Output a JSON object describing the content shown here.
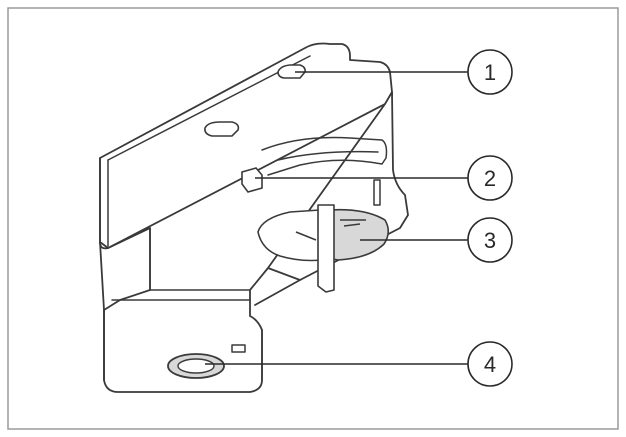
{
  "diagram": {
    "callouts": [
      {
        "id": "1",
        "label": "1"
      },
      {
        "id": "2",
        "label": "2"
      },
      {
        "id": "3",
        "label": "3"
      },
      {
        "id": "4",
        "label": "4"
      }
    ],
    "colors": {
      "border": "#9a9a9a",
      "stroke": "#3a3a3a",
      "fill": "#ffffff",
      "shade": "#d8d8d8"
    }
  }
}
